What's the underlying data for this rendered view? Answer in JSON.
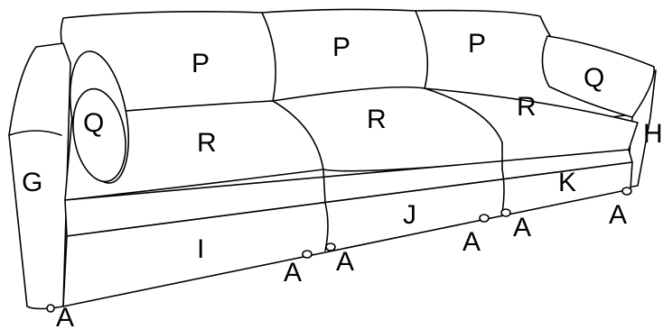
{
  "labels": {
    "back_cushion_left": "P",
    "back_cushion_middle": "P",
    "back_cushion_right": "P",
    "pillow_left": "Q",
    "pillow_right": "Q",
    "seat_cushion_left": "R",
    "seat_cushion_middle": "R",
    "seat_cushion_right": "R",
    "armrest_left": "G",
    "armrest_right": "H",
    "front_panel_left": "I",
    "front_panel_middle": "J",
    "front_panel_right": "K",
    "foot_1": "A",
    "foot_2": "A",
    "foot_3": "A",
    "foot_4": "A",
    "foot_5": "A",
    "foot_6": "A"
  }
}
